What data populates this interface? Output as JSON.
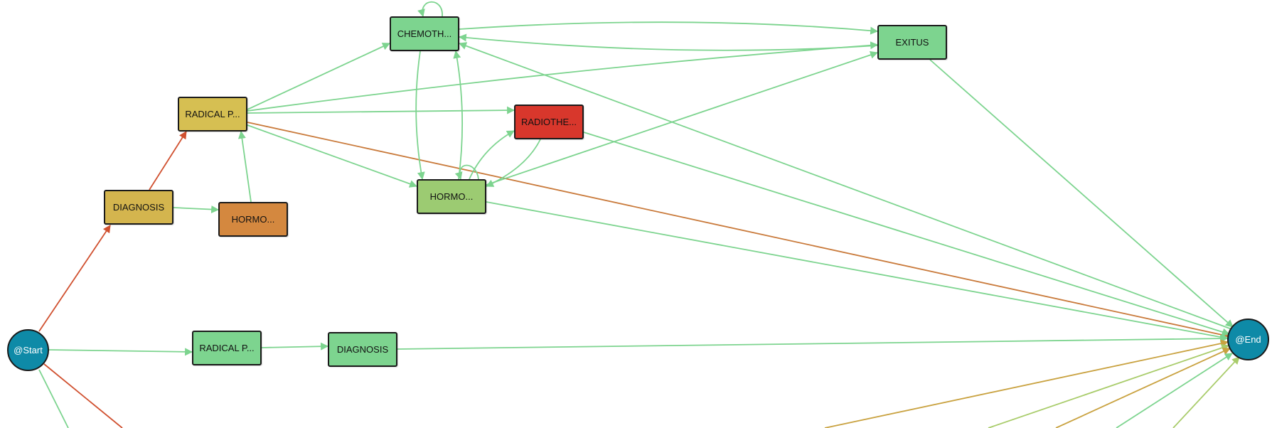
{
  "colors": {
    "green": "#7dd48f",
    "light_green": "#9ccb72",
    "yellow": "#d6bf52",
    "orange": "#d4883f",
    "red": "#d8372c",
    "teal": "#0e8aa7",
    "edge_green": "#7dd48f",
    "edge_red": "#d0502f",
    "edge_brown": "#c97a3b",
    "edge_gold": "#c9a240",
    "edge_yellow_green": "#a9cc6b"
  },
  "nodes": {
    "start": {
      "label": "@Start",
      "color": "#0e8aa7"
    },
    "end": {
      "label": "@End",
      "color": "#0e8aa7"
    },
    "diagnosis_upper": {
      "label": "DIAGNOSIS",
      "color": "#d4b54e"
    },
    "hormo_orange": {
      "label": "HORMO...",
      "color": "#d4883f"
    },
    "radical_upper": {
      "label": "RADICAL P...",
      "color": "#d6bf52"
    },
    "chemoth": {
      "label": "CHEMOTH...",
      "color": "#7dd48f"
    },
    "exitus": {
      "label": "EXITUS",
      "color": "#7dd48f"
    },
    "radiothe": {
      "label": "RADIOTHE...",
      "color": "#d8372c"
    },
    "hormo_green": {
      "label": "HORMO...",
      "color": "#9ccb72"
    },
    "radical_lower": {
      "label": "RADICAL P...",
      "color": "#7dd48f"
    },
    "diagnosis_lower": {
      "label": "DIAGNOSIS",
      "color": "#7dd48f"
    }
  },
  "edges": [
    {
      "from": "start",
      "to": "diagnosis_upper",
      "color": "edge_red"
    },
    {
      "from": "diagnosis_upper",
      "to": "radical_upper",
      "color": "edge_red"
    },
    {
      "from": "diagnosis_upper",
      "to": "hormo_orange",
      "color": "edge_green"
    },
    {
      "from": "hormo_orange",
      "to": "radical_upper",
      "color": "edge_green"
    },
    {
      "from": "radical_upper",
      "to": "chemoth",
      "color": "edge_green"
    },
    {
      "from": "radical_upper",
      "to": "exitus",
      "color": "edge_green"
    },
    {
      "from": "radical_upper",
      "to": "radiothe",
      "color": "edge_green"
    },
    {
      "from": "radical_upper",
      "to": "hormo_green",
      "color": "edge_green"
    },
    {
      "from": "radical_upper",
      "to": "end",
      "color": "edge_brown"
    },
    {
      "from": "chemoth",
      "to": "chemoth",
      "color": "edge_green"
    },
    {
      "from": "chemoth",
      "to": "exitus",
      "color": "edge_green"
    },
    {
      "from": "exitus",
      "to": "chemoth",
      "color": "edge_green"
    },
    {
      "from": "chemoth",
      "to": "hormo_green",
      "color": "edge_green"
    },
    {
      "from": "hormo_green",
      "to": "chemoth",
      "color": "edge_green"
    },
    {
      "from": "end",
      "to": "chemoth",
      "color": "edge_green"
    },
    {
      "from": "hormo_green",
      "to": "hormo_green",
      "color": "edge_green"
    },
    {
      "from": "hormo_green",
      "to": "radiothe",
      "color": "edge_green"
    },
    {
      "from": "radiothe",
      "to": "hormo_green",
      "color": "edge_green"
    },
    {
      "from": "hormo_green",
      "to": "exitus",
      "color": "edge_green"
    },
    {
      "from": "hormo_green",
      "to": "end",
      "color": "edge_green"
    },
    {
      "from": "radiothe",
      "to": "end",
      "color": "edge_green"
    },
    {
      "from": "exitus",
      "to": "end",
      "color": "edge_green"
    },
    {
      "from": "start",
      "to": "radical_lower",
      "color": "edge_green"
    },
    {
      "from": "radical_lower",
      "to": "diagnosis_lower",
      "color": "edge_green"
    },
    {
      "from": "diagnosis_lower",
      "to": "end",
      "color": "edge_green"
    },
    {
      "from": "start",
      "to": "offscreen_a",
      "color": "edge_green"
    },
    {
      "from": "start",
      "to": "offscreen_b",
      "color": "edge_red"
    },
    {
      "from": "offscreen_c",
      "to": "end",
      "color": "edge_gold"
    },
    {
      "from": "offscreen_d",
      "to": "end",
      "color": "edge_yellow_green"
    },
    {
      "from": "offscreen_e",
      "to": "end",
      "color": "edge_gold"
    },
    {
      "from": "offscreen_f",
      "to": "end",
      "color": "edge_green"
    },
    {
      "from": "offscreen_g",
      "to": "end",
      "color": "edge_yellow_green"
    }
  ]
}
